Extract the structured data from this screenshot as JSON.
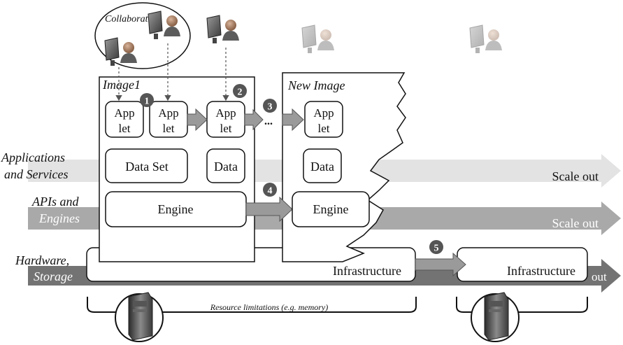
{
  "collaboration": {
    "label": "Collaboration"
  },
  "layers": [
    {
      "line1": "Applications",
      "line2": "and Services",
      "right": "Scale out"
    },
    {
      "line1": "APIs and",
      "line2": "Engines",
      "right": "Scale out"
    },
    {
      "line1": "Hardware,",
      "line2": "Storage",
      "right": "out"
    }
  ],
  "image1": {
    "title": "Image1",
    "applets": [
      {
        "line1": "App",
        "line2": "let"
      },
      {
        "line1": "App",
        "line2": "let"
      },
      {
        "line1": "App",
        "line2": "let"
      }
    ],
    "dataset": "Data Set",
    "data": "Data",
    "engine": "Engine"
  },
  "new_image": {
    "title": "New Image",
    "applet": {
      "line1": "App",
      "line2": "let"
    },
    "data": "Data",
    "engine": "Engine"
  },
  "ellipsis": "...",
  "steps": [
    "1",
    "2",
    "3",
    "4",
    "5"
  ],
  "infrastructure": [
    "Infrastructure",
    "Infrastructure"
  ],
  "resource_note": "Resource limitations (e.g. memory)",
  "colors": {
    "band_apps": "#e0e0e0",
    "band_apis": "#a6a6a6",
    "band_hw": "#707070",
    "badge": "#505050",
    "arrow": "#9a9a9a"
  }
}
